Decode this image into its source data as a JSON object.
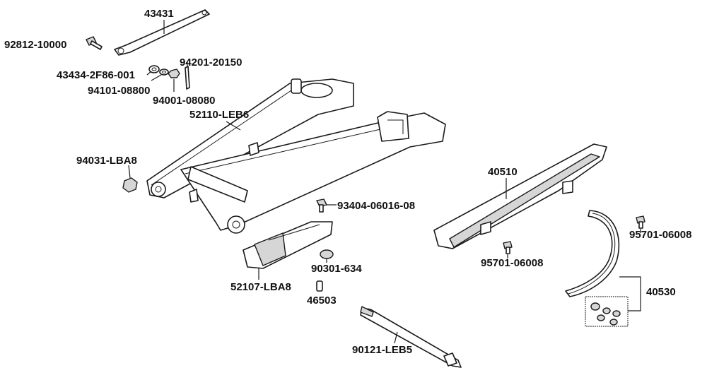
{
  "diagram": {
    "parts": [
      {
        "id": "p43431",
        "number": "43431"
      },
      {
        "id": "p92812",
        "number": "92812-10000"
      },
      {
        "id": "p43434",
        "number": "43434-2F86-001"
      },
      {
        "id": "p94201",
        "number": "94201-20150"
      },
      {
        "id": "p94101",
        "number": "94101-08800"
      },
      {
        "id": "p94001",
        "number": "94001-08080"
      },
      {
        "id": "p52110",
        "number": "52110-LEB6"
      },
      {
        "id": "p94031",
        "number": "94031-LBA8"
      },
      {
        "id": "p40510",
        "number": "40510"
      },
      {
        "id": "p93404",
        "number": "93404-06016-08"
      },
      {
        "id": "p95701a",
        "number": "95701-06008"
      },
      {
        "id": "p95701b",
        "number": "95701-06008"
      },
      {
        "id": "p90301",
        "number": "90301-634"
      },
      {
        "id": "p52107",
        "number": "52107-LBA8"
      },
      {
        "id": "p40530",
        "number": "40530"
      },
      {
        "id": "p46503",
        "number": "46503"
      },
      {
        "id": "p90121",
        "number": "90121-LEB5"
      }
    ]
  }
}
